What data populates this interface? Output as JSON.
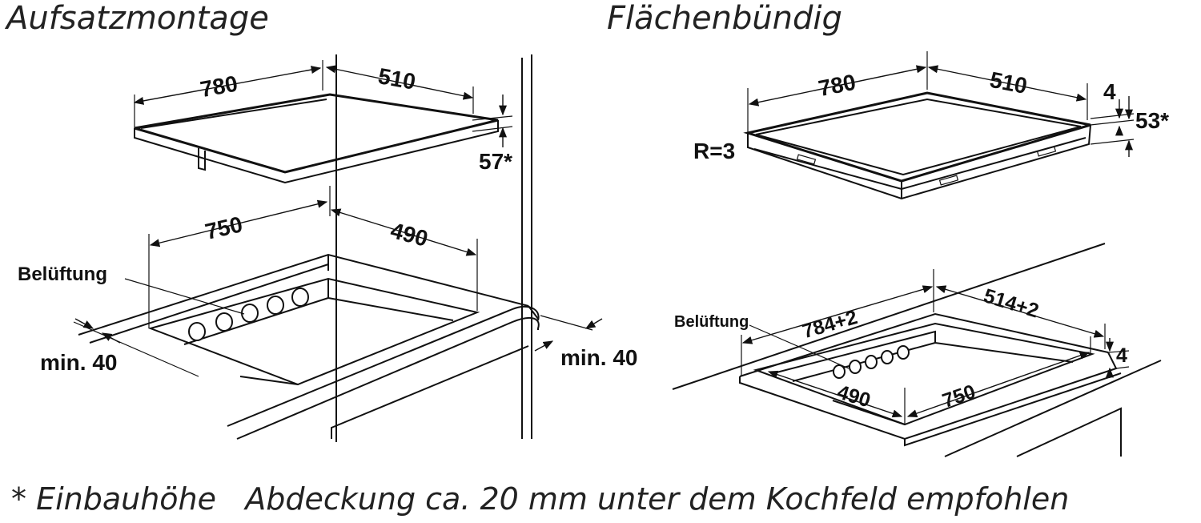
{
  "titles": {
    "left": "Aufsatzmontage",
    "right": "Flächenbündig"
  },
  "left_panel": {
    "hob_width": "780",
    "hob_depth": "510",
    "install_height": "57*",
    "cutout_width": "750",
    "cutout_depth": "490",
    "ventilation_label": "Belüftung",
    "min_front": "min. 40",
    "min_back": "min. 40"
  },
  "right_panel": {
    "hob_width": "780",
    "hob_depth": "510",
    "frame_thickness": "4",
    "install_height": "53*",
    "radius": "R=3",
    "recess_width": "784+2",
    "recess_depth": "514+2",
    "recess_step": "4",
    "cutout_width": "750",
    "cutout_depth": "490",
    "ventilation_label": "Belüftung"
  },
  "footnote": "* Einbauhöhe   Abdeckung ca. 20 mm unter dem Kochfeld empfohlen"
}
